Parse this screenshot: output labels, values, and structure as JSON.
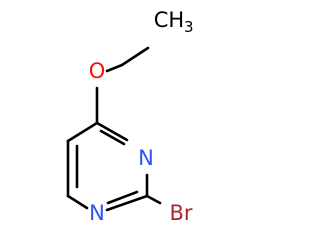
{
  "molecule": {
    "atoms": {
      "methyl": {
        "symbol": "CH",
        "subscript": "3"
      },
      "oxygen": {
        "symbol": "O"
      },
      "nitrogen_upper": {
        "symbol": "N"
      },
      "nitrogen_lower": {
        "symbol": "N"
      },
      "bromine": {
        "symbol": "Br"
      }
    }
  },
  "colors": {
    "bond": "#000000",
    "carbon": "#000000",
    "oxygen": "#ff0d0d",
    "nitrogen": "#3050f8",
    "bromine": "#a62929"
  }
}
